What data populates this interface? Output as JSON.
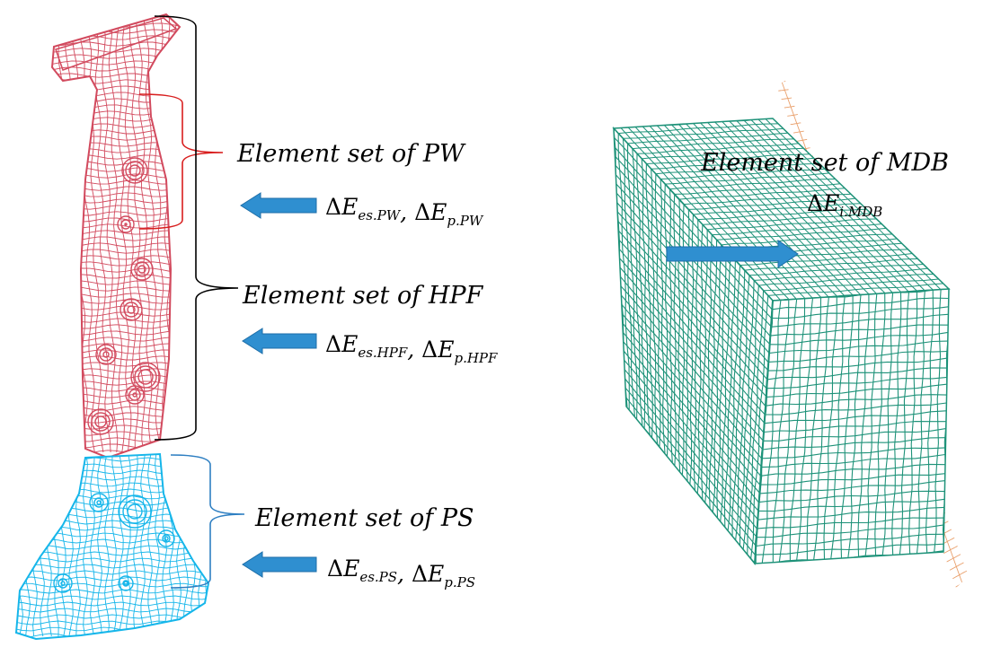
{
  "colors": {
    "upper_pillar_mesh": "#d24a5e",
    "lower_pillar_mesh": "#16b6ea",
    "mdb_mesh": "#1e9279",
    "barrier_plate_mesh": "#e9a06c",
    "arrow": "#2f8fd0",
    "bracket_pw": "#d81e1e",
    "bracket_hpf": "#000000",
    "bracket_ps": "#2e7fc2"
  },
  "labels": {
    "pw": {
      "title": "Element set of PW",
      "eq": [
        {
          "d": "Δ",
          "v": "E",
          "sub": "es.PW"
        },
        {
          "d": "Δ",
          "v": "E",
          "sub": "p.PW"
        }
      ]
    },
    "hpf": {
      "title": "Element set of HPF",
      "eq": [
        {
          "d": "Δ",
          "v": "E",
          "sub": "es.HPF"
        },
        {
          "d": "Δ",
          "v": "E",
          "sub": "p.HPF"
        }
      ]
    },
    "ps": {
      "title": "Element set of PS",
      "eq": [
        {
          "d": "Δ",
          "v": "E",
          "sub": "es.PS"
        },
        {
          "d": "Δ",
          "v": "E",
          "sub": "p.PS"
        }
      ]
    },
    "mdb": {
      "title": "Element set of MDB",
      "eq": [
        {
          "d": "Δ",
          "v": "E",
          "sub": "i.MDB"
        }
      ]
    }
  },
  "separator": ","
}
